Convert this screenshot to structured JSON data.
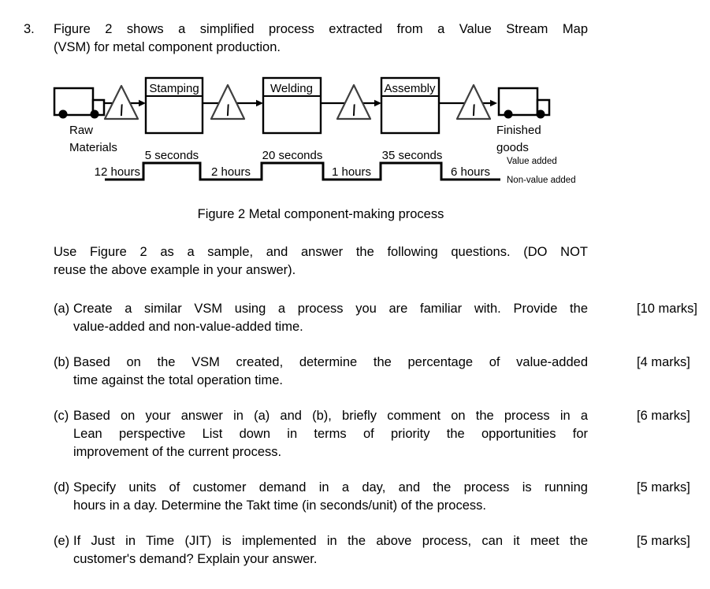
{
  "question": {
    "number": "3.",
    "intro_lines": [
      "Figure 2 shows a simplified process extracted from a Value Stream Map",
      "(VSM) for metal component production."
    ]
  },
  "diagram": {
    "inventory_symbol": "I",
    "source_label": [
      "Raw",
      "Materials"
    ],
    "destination_label": [
      "Finished",
      "goods"
    ],
    "processes": [
      {
        "name": "Stamping",
        "value_added_time": "5 seconds"
      },
      {
        "name": "Welding",
        "value_added_time": "20 seconds"
      },
      {
        "name": "Assembly",
        "value_added_time": "35 seconds"
      }
    ],
    "timeline": {
      "non_value_added_times": [
        "12 hours",
        "2 hours",
        "1 hours",
        "6 hours"
      ],
      "legend": {
        "high": "Value added",
        "low": "Non-value added"
      }
    }
  },
  "figure": {
    "caption": "Figure 2 Metal component-making process"
  },
  "instructions_lines": [
    "Use Figure 2 as a sample, and answer the following questions. (DO NOT",
    "reuse the above example in your answer)."
  ],
  "questions": [
    {
      "id": "(a)",
      "lines": [
        "Create a similar VSM using a process you are familiar with. Provide the",
        "value-added and non-value-added time."
      ],
      "marks": "[10 marks]"
    },
    {
      "id": "(b)",
      "lines": [
        "Based on the VSM created, determine the percentage of value-added",
        "time against the total operation time."
      ],
      "marks": "[4 marks]"
    },
    {
      "id": "(c)",
      "lines": [
        "Based on your answer in (a) and (b), briefly comment on the process in a",
        "Lean perspective List down in terms of priority the opportunities for",
        "improvement of the current process."
      ],
      "marks": "[6 marks]"
    },
    {
      "id": "(d)",
      "lines": [
        "Specify units of customer demand in a day, and the process is running",
        "hours in a day. Determine the Takt time (in seconds/unit) of the process."
      ],
      "marks": "[5 marks]"
    },
    {
      "id": "(e)",
      "lines": [
        "If Just in Time (JIT) is implemented in the above process, can it meet the",
        "customer's demand? Explain your answer."
      ],
      "marks": "[5 marks]"
    }
  ]
}
